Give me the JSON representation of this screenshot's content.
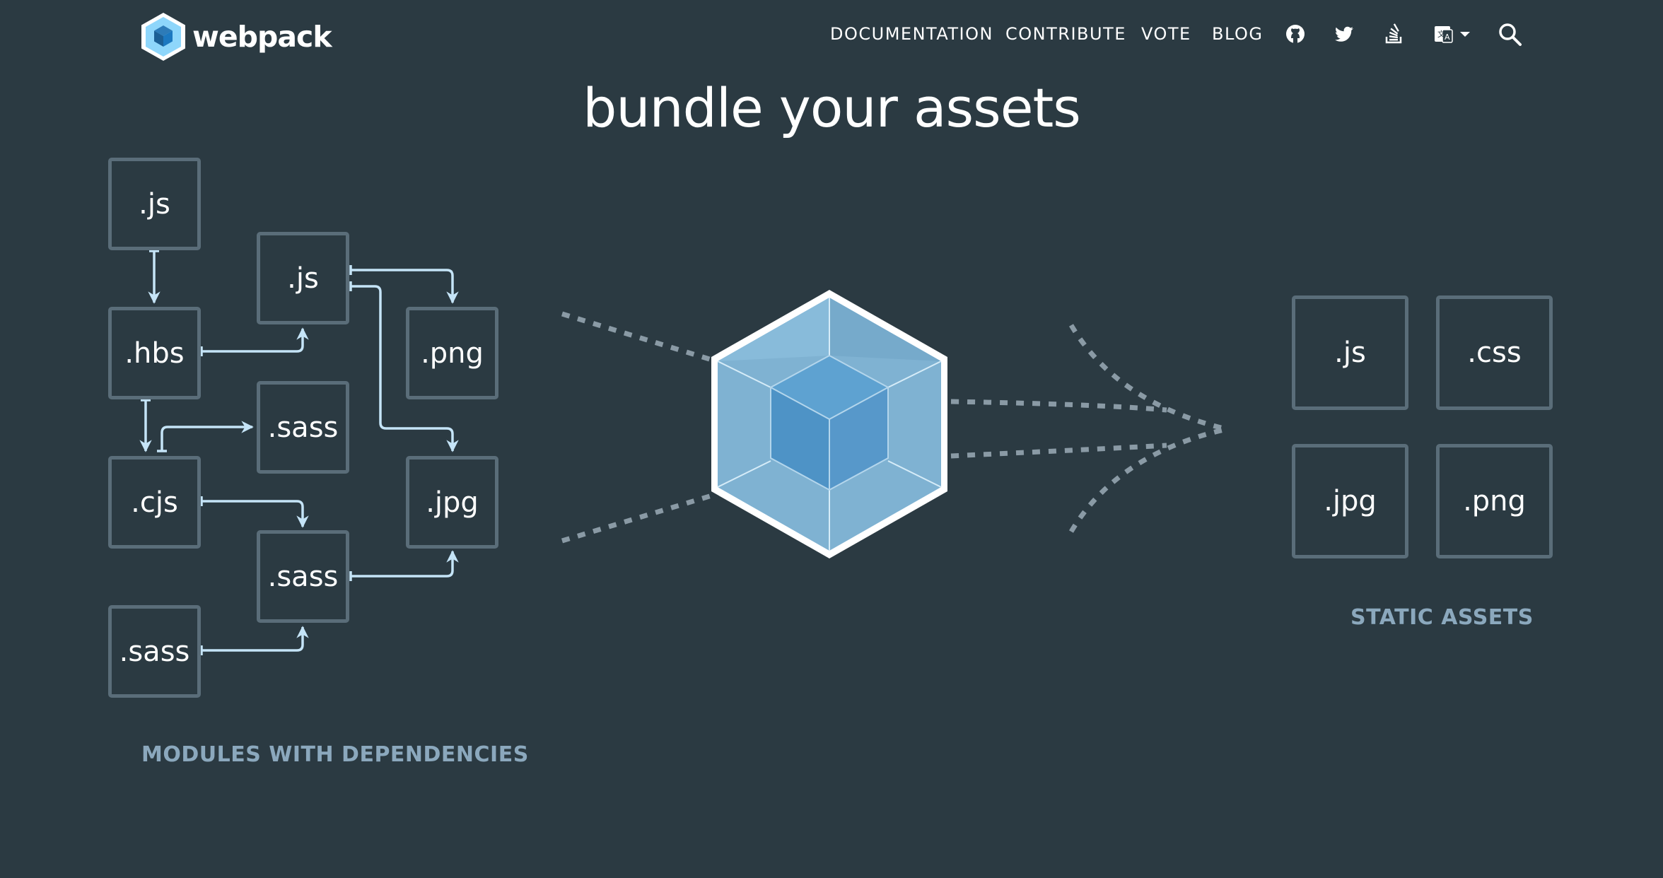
{
  "header": {
    "logo_text": "webpack",
    "nav": [
      {
        "label": "DOCUMENTATION"
      },
      {
        "label": "CONTRIBUTE"
      },
      {
        "label": "VOTE"
      },
      {
        "label": "BLOG"
      }
    ],
    "icons": [
      "github-icon",
      "twitter-icon",
      "stackoverflow-icon",
      "language-icon",
      "search-icon"
    ]
  },
  "hero": {
    "title": "bundle your assets",
    "modules_caption": "MODULES WITH DEPENDENCIES",
    "static_caption": "STATIC ASSETS",
    "modules": [
      ".js",
      ".js",
      ".hbs",
      ".png",
      ".sass",
      ".cjs",
      ".jpg",
      ".sass",
      ".sass"
    ],
    "assets": [
      ".js",
      ".css",
      ".jpg",
      ".png"
    ]
  },
  "colors": {
    "background": "#2b3a42",
    "box_border": "#5a6d79",
    "arrow": "#c5e4f7",
    "caption": "#8ba8bd",
    "cube_light": "#8ed6fb",
    "cube_dark": "#1c78c0"
  }
}
